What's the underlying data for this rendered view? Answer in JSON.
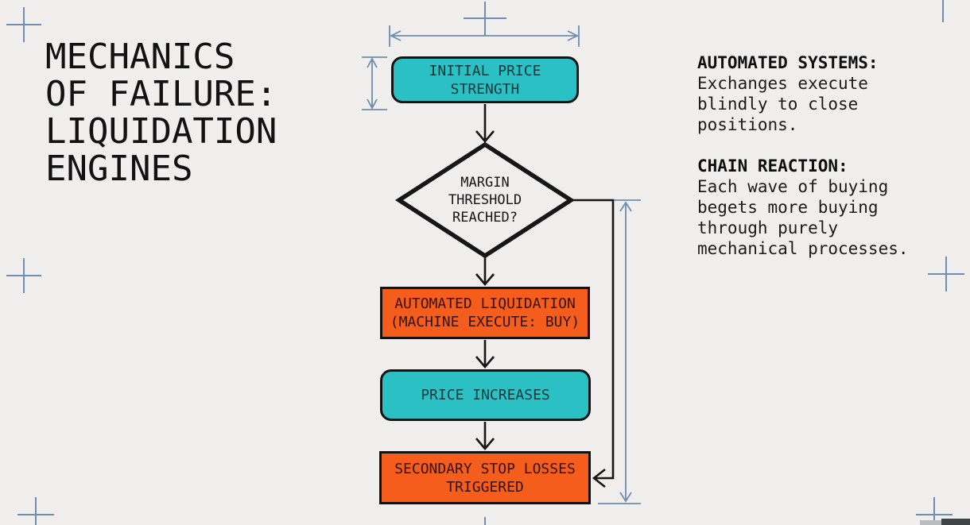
{
  "title": "MECHANICS\nOF FAILURE:\nLIQUIDATION\nENGINES",
  "flowchart": {
    "nodes": [
      {
        "id": "initial-price-strength",
        "label": "INITIAL PRICE\nSTRENGTH",
        "shape": "rounded-rect",
        "color_key": "teal"
      },
      {
        "id": "margin-threshold",
        "label": "MARGIN\nTHRESHOLD\nREACHED?",
        "shape": "decision-diamond",
        "color_key": "background"
      },
      {
        "id": "automated-liquidation",
        "label": "AUTOMATED LIQUIDATION\n(MACHINE EXECUTE: BUY)",
        "shape": "rect",
        "color_key": "orange"
      },
      {
        "id": "price-increases",
        "label": "PRICE INCREASES",
        "shape": "rounded-rect",
        "color_key": "teal"
      },
      {
        "id": "secondary-stop-losses",
        "label": "SECONDARY STOP LOSSES\nTRIGGERED",
        "shape": "rect",
        "color_key": "orange"
      }
    ],
    "edges": [
      "initial-price-strength -> margin-threshold",
      "margin-threshold -> automated-liquidation",
      "automated-liquidation -> price-increases",
      "price-increases -> secondary-stop-losses",
      "margin-threshold -> secondary-stop-losses (feedback loop, right side)"
    ]
  },
  "annotations": [
    {
      "heading": "AUTOMATED SYSTEMS:",
      "body": "Exchanges execute\nblindly to close\npositions."
    },
    {
      "heading": "CHAIN REACTION:",
      "body": "Each wave of buying\nbegets more buying\nthrough purely\nmechanical processes."
    }
  ],
  "colors": {
    "background": "#f0efed",
    "teal": "#2bc0c4",
    "orange": "#f55d1d",
    "ink": "#161616",
    "blueprint": "#6f8db0"
  }
}
